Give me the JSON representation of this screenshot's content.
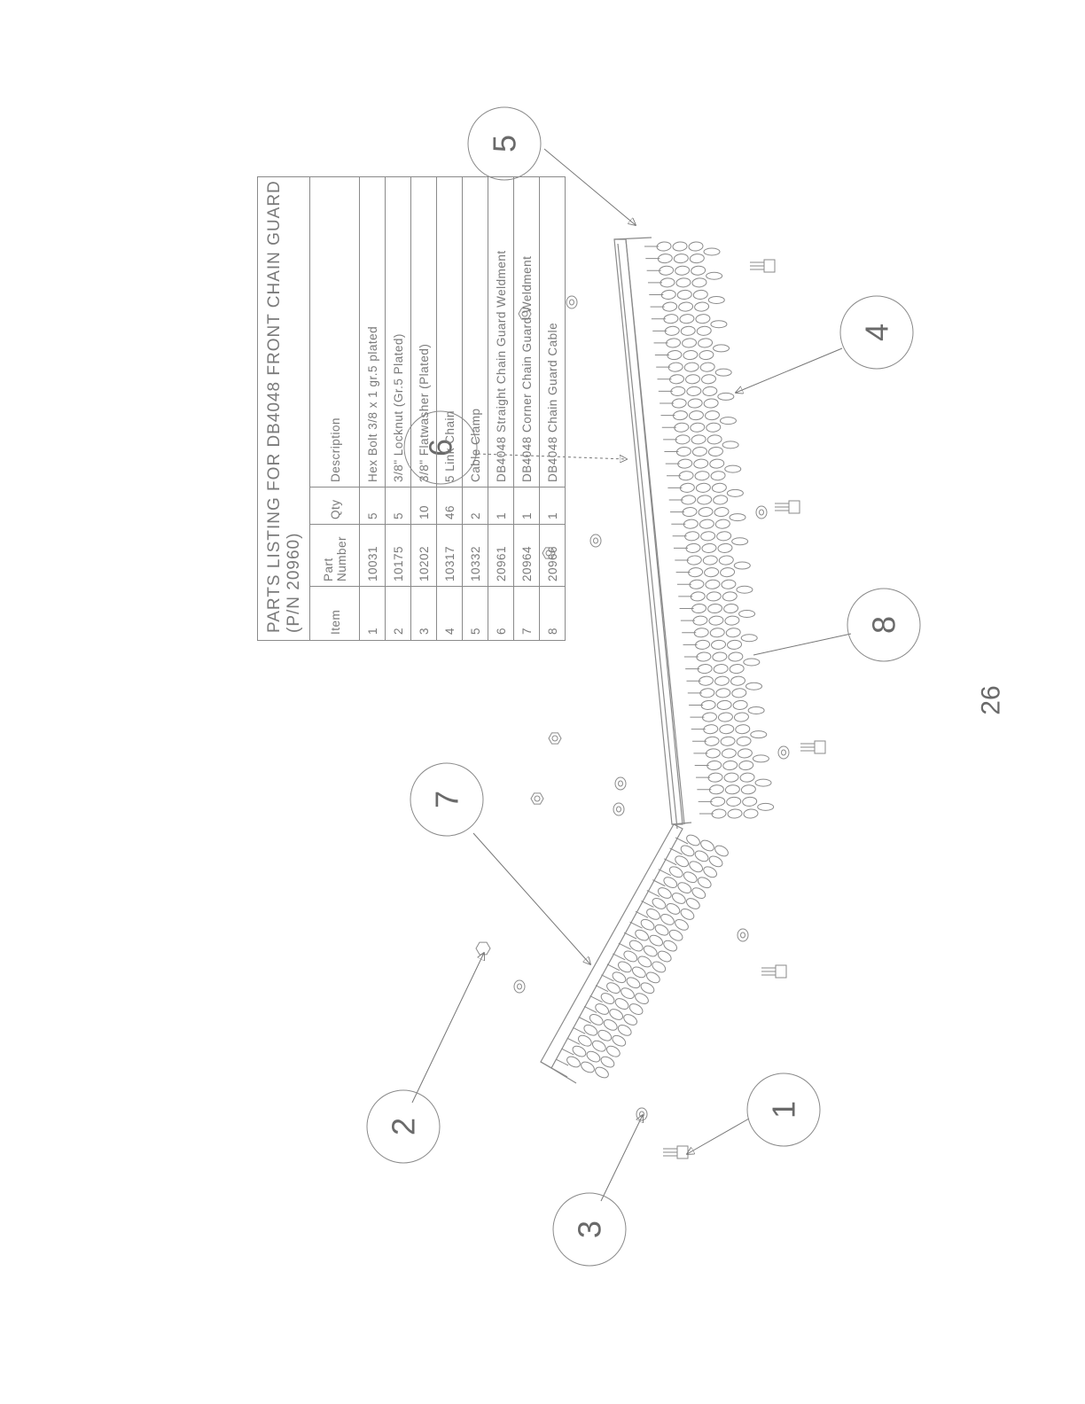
{
  "table": {
    "title_line1": "PARTS LISTING FOR DB4048 FRONT CHAIN GUARD",
    "title_line2": "(P/N 20960)",
    "headers": {
      "item": "Item",
      "part_line1": "Part",
      "part_line2": "Number",
      "qty": "Qty",
      "description": "Description"
    },
    "rows": [
      {
        "item": "1",
        "part": "10031",
        "qty": "5",
        "description": "Hex Bolt 3/8 x 1 gr.5 plated"
      },
      {
        "item": "2",
        "part": "10175",
        "qty": "5",
        "description": "3/8\" Locknut (Gr.5 Plated)"
      },
      {
        "item": "3",
        "part": "10202",
        "qty": "10",
        "description": "3/8\" Flatwasher (Plated)"
      },
      {
        "item": "4",
        "part": "10317",
        "qty": "46",
        "description": "5 Link Chain"
      },
      {
        "item": "5",
        "part": "10332",
        "qty": "2",
        "description": "Cable Clamp"
      },
      {
        "item": "6",
        "part": "20961",
        "qty": "1",
        "description": "DB4048 Straight Chain Guard Weldment"
      },
      {
        "item": "7",
        "part": "20964",
        "qty": "1",
        "description": "DB4048 Corner Chain Guard Weldment"
      },
      {
        "item": "8",
        "part": "20966",
        "qty": "1",
        "description": "DB4048 Chain Guard Cable"
      }
    ]
  },
  "callouts": [
    "1",
    "2",
    "3",
    "4",
    "5",
    "6",
    "7",
    "8"
  ],
  "page_number": "26",
  "colors": {
    "line": "#8a8a8a",
    "text": "#6a6a6a",
    "background": "#ffffff"
  }
}
